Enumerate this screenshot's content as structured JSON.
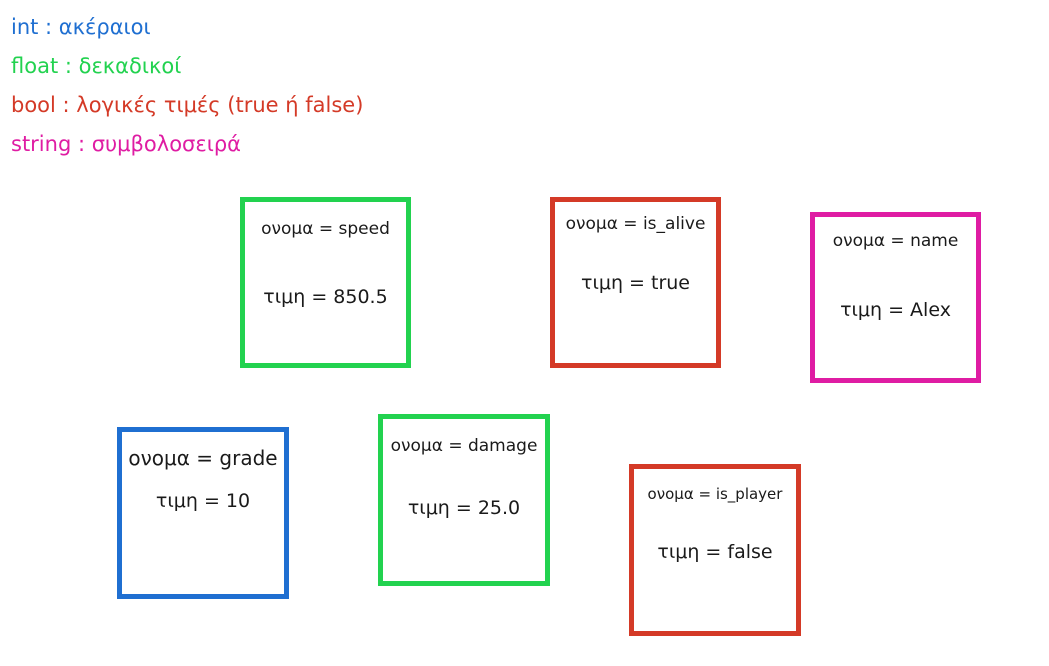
{
  "legend": {
    "int": "int : ακέραιοι",
    "float": "float : δεκαδικοί",
    "bool": "bool : λογικές τιμές (true ή false)",
    "string": "string : συμβολοσειρά"
  },
  "colors": {
    "int": "#1f6fd1",
    "float": "#22d24f",
    "bool": "#d43a27",
    "string": "#df1ca3"
  },
  "boxes": {
    "speed": {
      "type": "float",
      "name": "ονομα = speed",
      "value": "τιμη = 850.5"
    },
    "is_alive": {
      "type": "bool",
      "name": "ονομα = is_alive",
      "value": "τιμη = true"
    },
    "name": {
      "type": "string",
      "name": "ονομα = name",
      "value": "τιμη = Alex"
    },
    "grade": {
      "type": "int",
      "name": "ονομα = grade",
      "value": "τιμη = 10"
    },
    "damage": {
      "type": "float",
      "name": "ονομα = damage",
      "value": "τιμη = 25.0"
    },
    "is_player": {
      "type": "bool",
      "name": "ονομα = is_player",
      "value": "τιμη =  false"
    }
  }
}
